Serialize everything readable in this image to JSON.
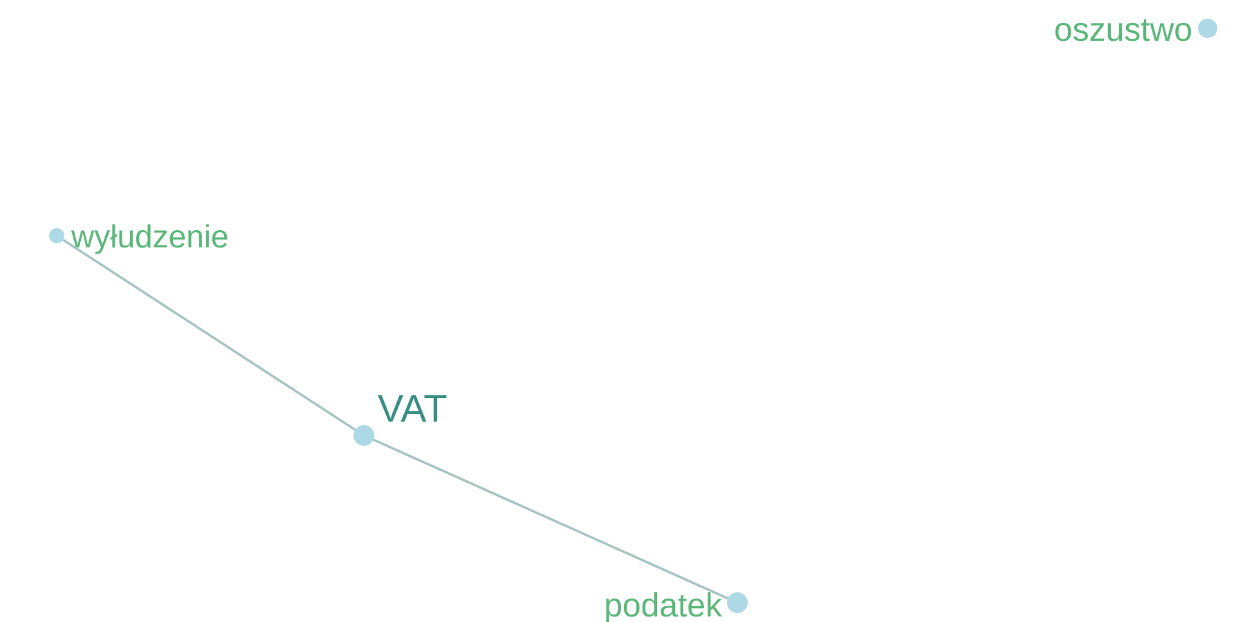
{
  "graph": {
    "nodes": [
      {
        "id": "oszustwo",
        "label": "oszustwo",
        "role": "leaf"
      },
      {
        "id": "wyludzenie",
        "label": "wyłudzenie",
        "role": "leaf"
      },
      {
        "id": "vat",
        "label": "VAT",
        "role": "hub"
      },
      {
        "id": "podatek",
        "label": "podatek",
        "role": "leaf"
      }
    ],
    "edges": [
      {
        "source": "wyludzenie",
        "target": "vat"
      },
      {
        "source": "vat",
        "target": "podatek"
      }
    ]
  },
  "colors": {
    "background": "#ffffff",
    "node_fill": "#add8e6",
    "edge": "#a9c4c4",
    "leaf_label": "#5cb87a",
    "hub_label": "#3a8f85"
  }
}
